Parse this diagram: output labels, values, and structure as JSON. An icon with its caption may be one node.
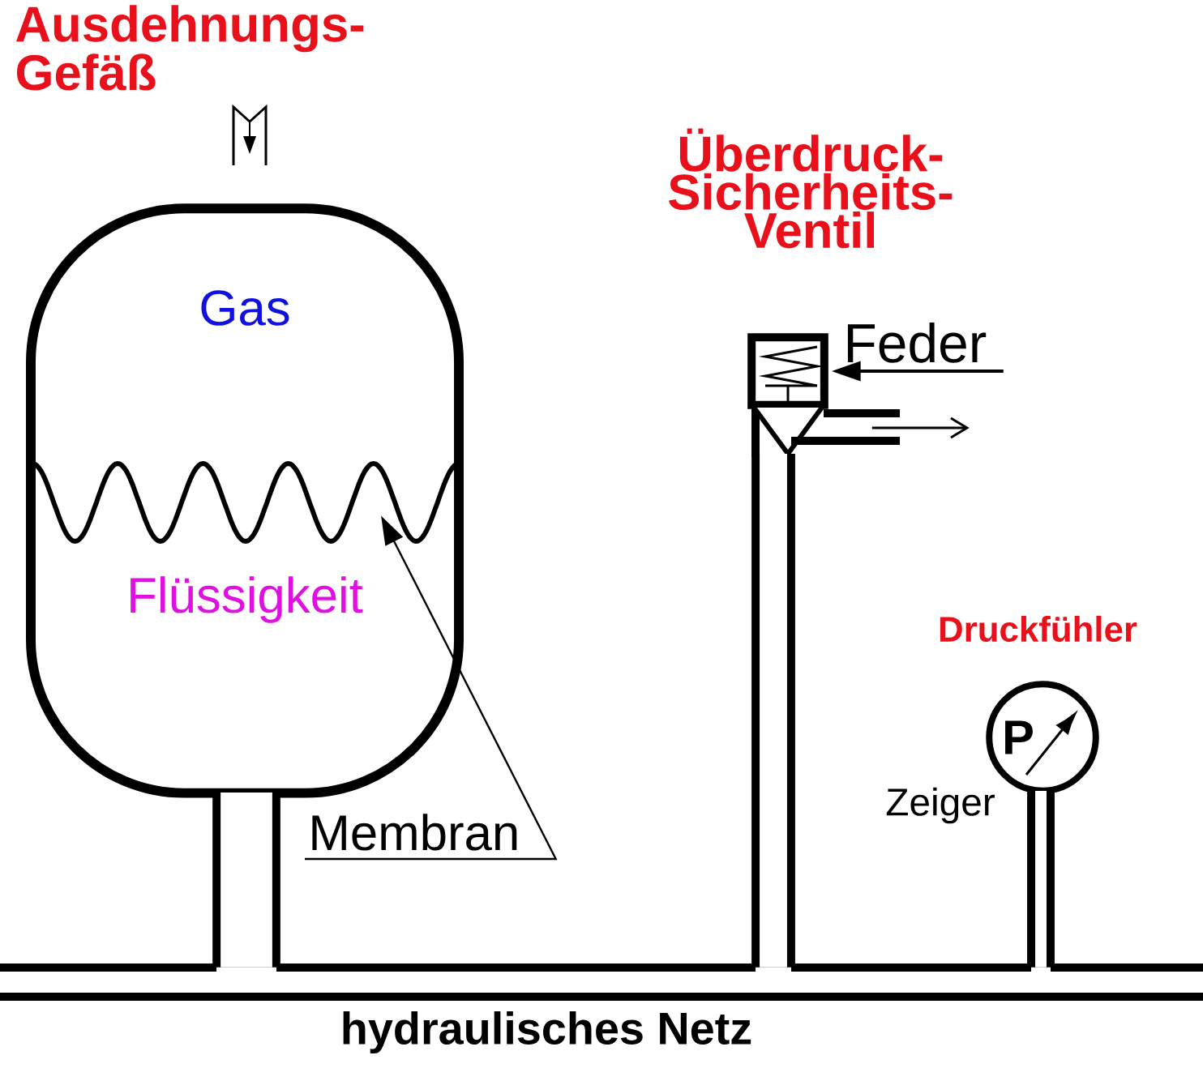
{
  "diagram": {
    "nodes": [
      {
        "text": [
          "Gas",
          "Flüssigkeit"
        ]
      },
      {
        "text": [],
        "shape": "wave",
        "in": 0
      },
      {
        "text": [
          "Membran"
        ]
      },
      {
        "text": [],
        "shape": "box"
      },
      {
        "text": [
          "Feder"
        ]
      },
      {
        "text": [
          "P"
        ]
      },
      {
        "text": [
          "hydraulisches Netz"
        ]
      }
    ],
    "edges": [
      {
        "from": 2,
        "to": 1,
        "arrow": "to"
      },
      {
        "from": 4,
        "to": 3,
        "arrow": "to"
      },
      {
        "from": 3,
        "to": null,
        "arrow": "to"
      },
      {
        "from": 0,
        "to": 6,
        "arrow": "none",
        "style": "thick"
      },
      {
        "from": 3,
        "to": 6,
        "arrow": "none",
        "style": "thick"
      },
      {
        "from": 5,
        "to": 6,
        "arrow": "none",
        "style": "thick"
      }
    ],
    "labels": [
      "Ausdehnungs- Gefäß",
      "Überdruck- Sicherheits- Ventil",
      "Druckfühler",
      "Zeiger"
    ]
  }
}
